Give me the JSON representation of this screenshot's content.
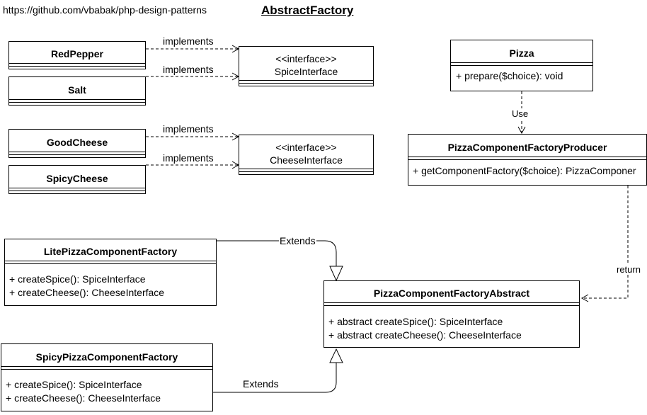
{
  "header": {
    "link_text": "https://github.com/vbabak/php-design-patterns",
    "title": "AbstractFactory"
  },
  "classes": {
    "red_pepper": {
      "name": "RedPepper"
    },
    "salt": {
      "name": "Salt"
    },
    "good_cheese": {
      "name": "GoodCheese"
    },
    "spicy_cheese": {
      "name": "SpicyCheese"
    },
    "pizza": {
      "name": "Pizza",
      "methods": [
        "+ prepare($choice): void"
      ]
    },
    "producer": {
      "name": "PizzaComponentFactoryProducer",
      "methods": [
        "+ getComponentFactory($choice): PizzaComponer"
      ]
    },
    "lite_factory": {
      "name": "LitePizzaComponentFactory",
      "methods": [
        "+ createSpice(): SpiceInterface",
        "+ createCheese(): CheeseInterface"
      ]
    },
    "spicy_factory": {
      "name": "SpicyPizzaComponentFactory",
      "methods": [
        "+ createSpice(): SpiceInterface",
        "+ createCheese(): CheeseInterface"
      ]
    },
    "abstract_factory": {
      "name": "PizzaComponentFactoryAbstract",
      "methods": [
        "+ abstract createSpice(): SpiceInterface",
        "+ abstract createCheese(): CheeseInterface"
      ]
    }
  },
  "interfaces": {
    "spice": {
      "stereotype": "<<interface>>",
      "name": "SpiceInterface"
    },
    "cheese": {
      "stereotype": "<<interface>>",
      "name": "CheeseInterface"
    }
  },
  "edge_labels": {
    "implements_1": "implements",
    "implements_2": "implements",
    "implements_3": "implements",
    "implements_4": "implements",
    "use": "Use",
    "return": "return",
    "extends_lite": "Extends",
    "extends_spicy": "Extends"
  }
}
